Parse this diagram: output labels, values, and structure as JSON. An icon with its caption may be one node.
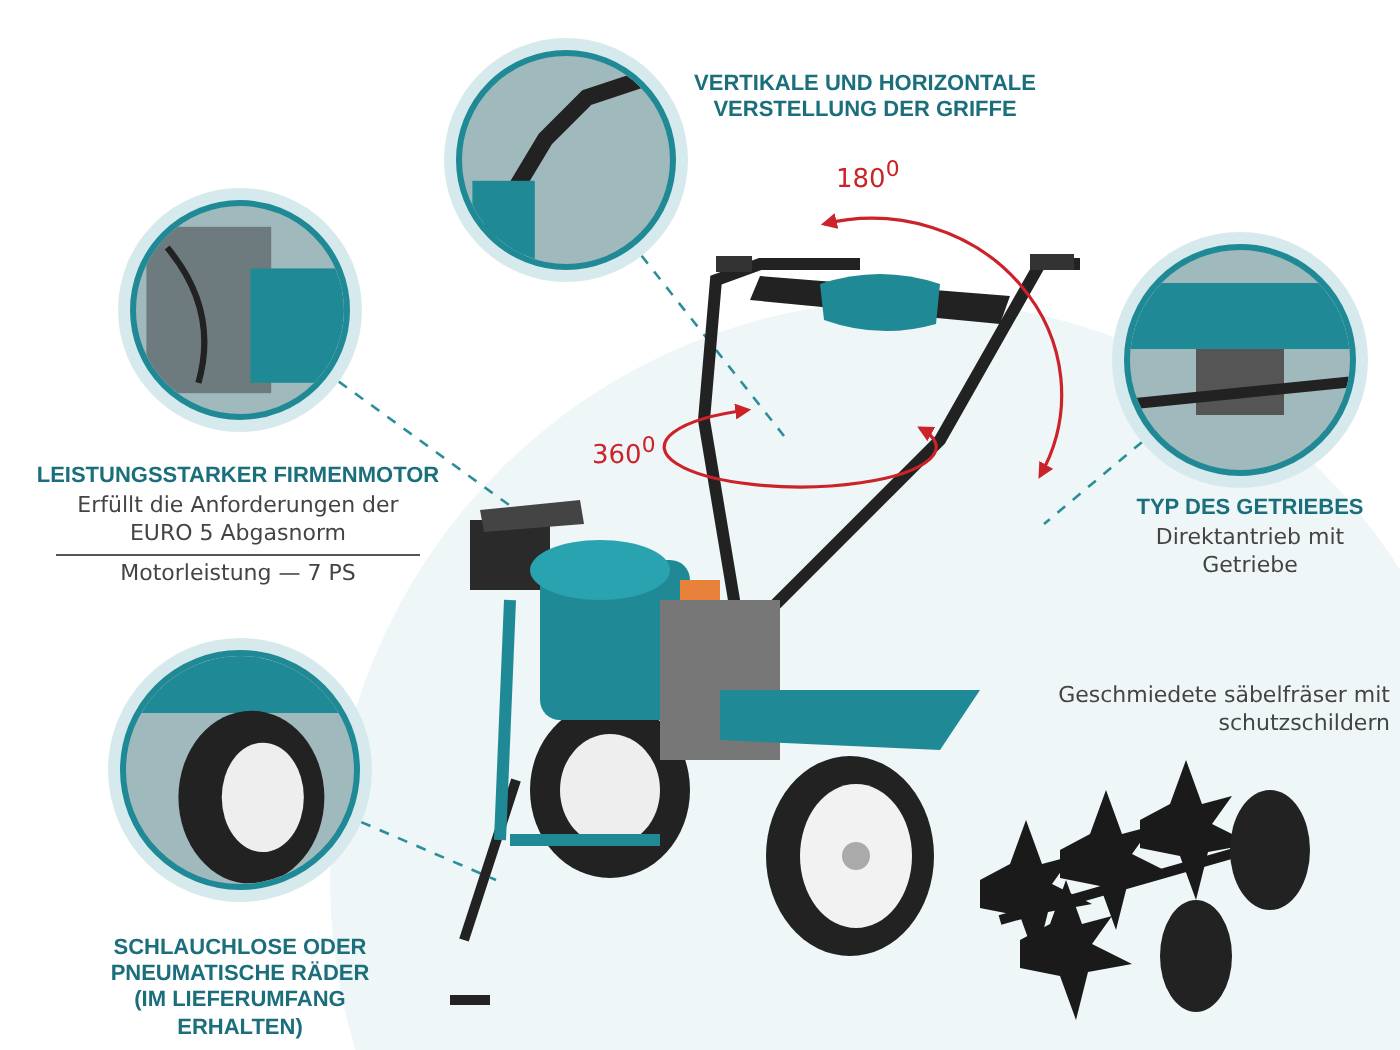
{
  "diagram": {
    "nodes": [
      {
        "text": [],
        "shape": "picture",
        "beside": [
          "VERTIKALE UND HORIZONTALE VERSTELLUNG DER GRIFFE"
        ]
      },
      {
        "text": [],
        "shape": "picture",
        "beside": [
          "LEISTUNGSSTARKER FIRMENMOTOR",
          "Erfüllt die Anforderungen der EURO 5 Abgasnorm",
          "Motorleistung — 7 PS"
        ]
      },
      {
        "text": [],
        "shape": "picture",
        "beside": [
          "TYP DES GETRIEBES",
          "Direktantrieb mit Getriebe"
        ]
      },
      {
        "text": [],
        "shape": "picture",
        "beside": [
          "SCHLAUCHLOSE ODER PNEUMATISCHE RÄDER (IM LIEFERUMFANG ERHALTEN)"
        ]
      }
    ],
    "edges": [
      {
        "from": 0,
        "to": null,
        "arrow": "none",
        "style": "dashed"
      },
      {
        "from": 1,
        "to": null,
        "arrow": "none",
        "style": "dashed"
      },
      {
        "from": 2,
        "to": null,
        "arrow": "none",
        "style": "dashed"
      },
      {
        "from": 3,
        "to": null,
        "arrow": "none",
        "style": "dashed"
      }
    ],
    "labels": [
      "180$^{0}$",
      "360$^{0}$",
      "Geschmiedete säbelfräser mit schutzschildern"
    ]
  }
}
